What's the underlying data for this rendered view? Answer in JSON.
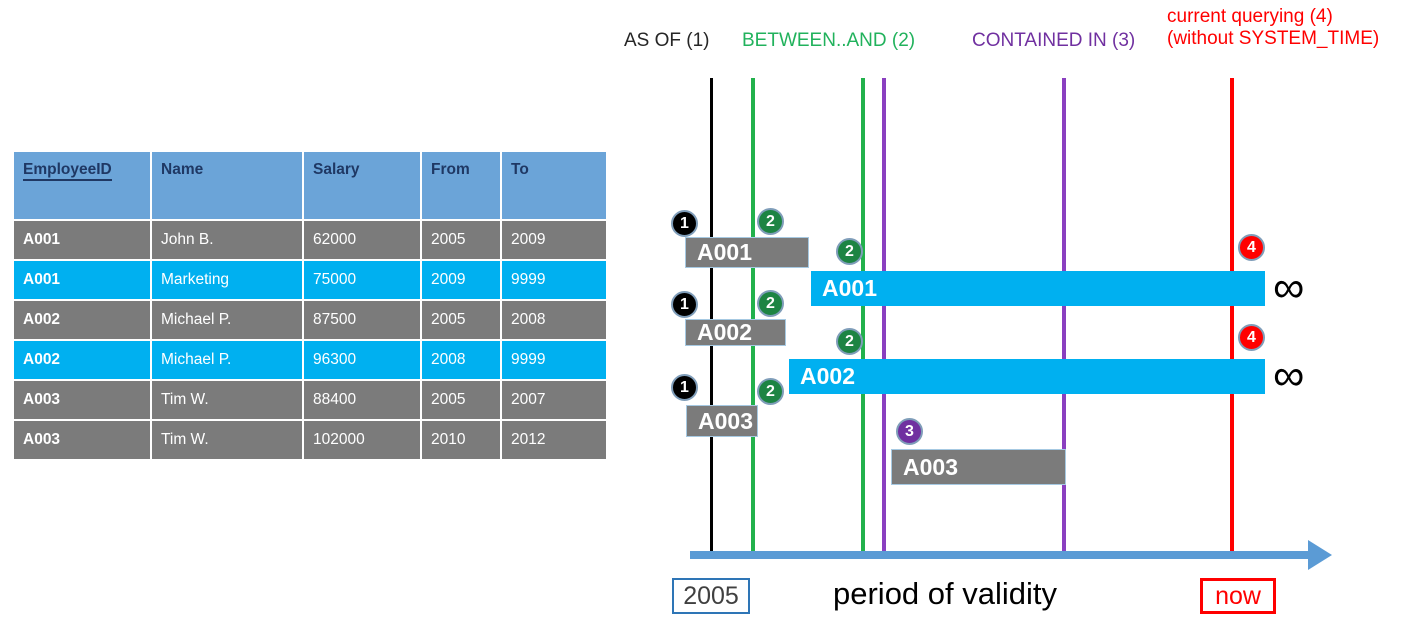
{
  "table": {
    "columns": [
      "EmployeeID",
      "Name",
      "Salary",
      "From",
      "To"
    ],
    "rows": [
      {
        "style": "gray",
        "cells": [
          "A001",
          "John  B.",
          "62000",
          "2005",
          "2009"
        ]
      },
      {
        "style": "cyan",
        "cells": [
          "A001",
          "Marketing",
          "75000",
          "2009",
          "9999"
        ]
      },
      {
        "style": "gray",
        "cells": [
          "A002",
          "Michael P.",
          "87500",
          "2005",
          "2008"
        ]
      },
      {
        "style": "cyan",
        "cells": [
          "A002",
          "Michael P.",
          "96300",
          "2008",
          "9999"
        ]
      },
      {
        "style": "gray",
        "cells": [
          "A003",
          "Tim W.",
          "88400",
          "2005",
          "2007"
        ]
      },
      {
        "style": "gray",
        "cells": [
          "A003",
          "Tim W.",
          "102000",
          "2010",
          "2012"
        ]
      }
    ]
  },
  "diagram": {
    "legend": [
      {
        "label": "AS OF (1)",
        "color": "#262626"
      },
      {
        "label": "BETWEEN..AND (2)",
        "color": "#21b25c"
      },
      {
        "label": "CONTAINED IN (3)",
        "color": "#7030a0"
      },
      {
        "label": "current querying (4)",
        "label2": "(without SYSTEM_TIME)",
        "color": "#ff0000"
      }
    ],
    "bars": [
      {
        "label": "A001",
        "style": "gray"
      },
      {
        "label": "A001",
        "style": "cyan"
      },
      {
        "label": "A002",
        "style": "gray"
      },
      {
        "label": "A002",
        "style": "cyan"
      },
      {
        "label": "A003",
        "style": "gray"
      },
      {
        "label": "A003",
        "style": "gray"
      }
    ],
    "badges": [
      {
        "n": "1",
        "kind": "b1"
      },
      {
        "n": "2",
        "kind": "b2"
      },
      {
        "n": "2",
        "kind": "b2"
      },
      {
        "n": "1",
        "kind": "b1"
      },
      {
        "n": "2",
        "kind": "b2"
      },
      {
        "n": "2",
        "kind": "b2"
      },
      {
        "n": "1",
        "kind": "b1"
      },
      {
        "n": "2",
        "kind": "b2"
      },
      {
        "n": "3",
        "kind": "b3"
      },
      {
        "n": "4",
        "kind": "b4"
      },
      {
        "n": "4",
        "kind": "b4"
      }
    ],
    "infinity_symbol": "∞",
    "axis": {
      "start_label": "2005",
      "end_label": "now",
      "caption": "period of validity"
    },
    "colors": {
      "as_of_line": "#000000",
      "between_line": "#22b14c",
      "contained_line": "#8a3fc0",
      "now_line": "#ff0000",
      "axis": "#5b9bd5",
      "historic_bar": "#7b7b7b",
      "current_bar": "#00b0f0",
      "table_header": "#6ba4d8"
    }
  }
}
